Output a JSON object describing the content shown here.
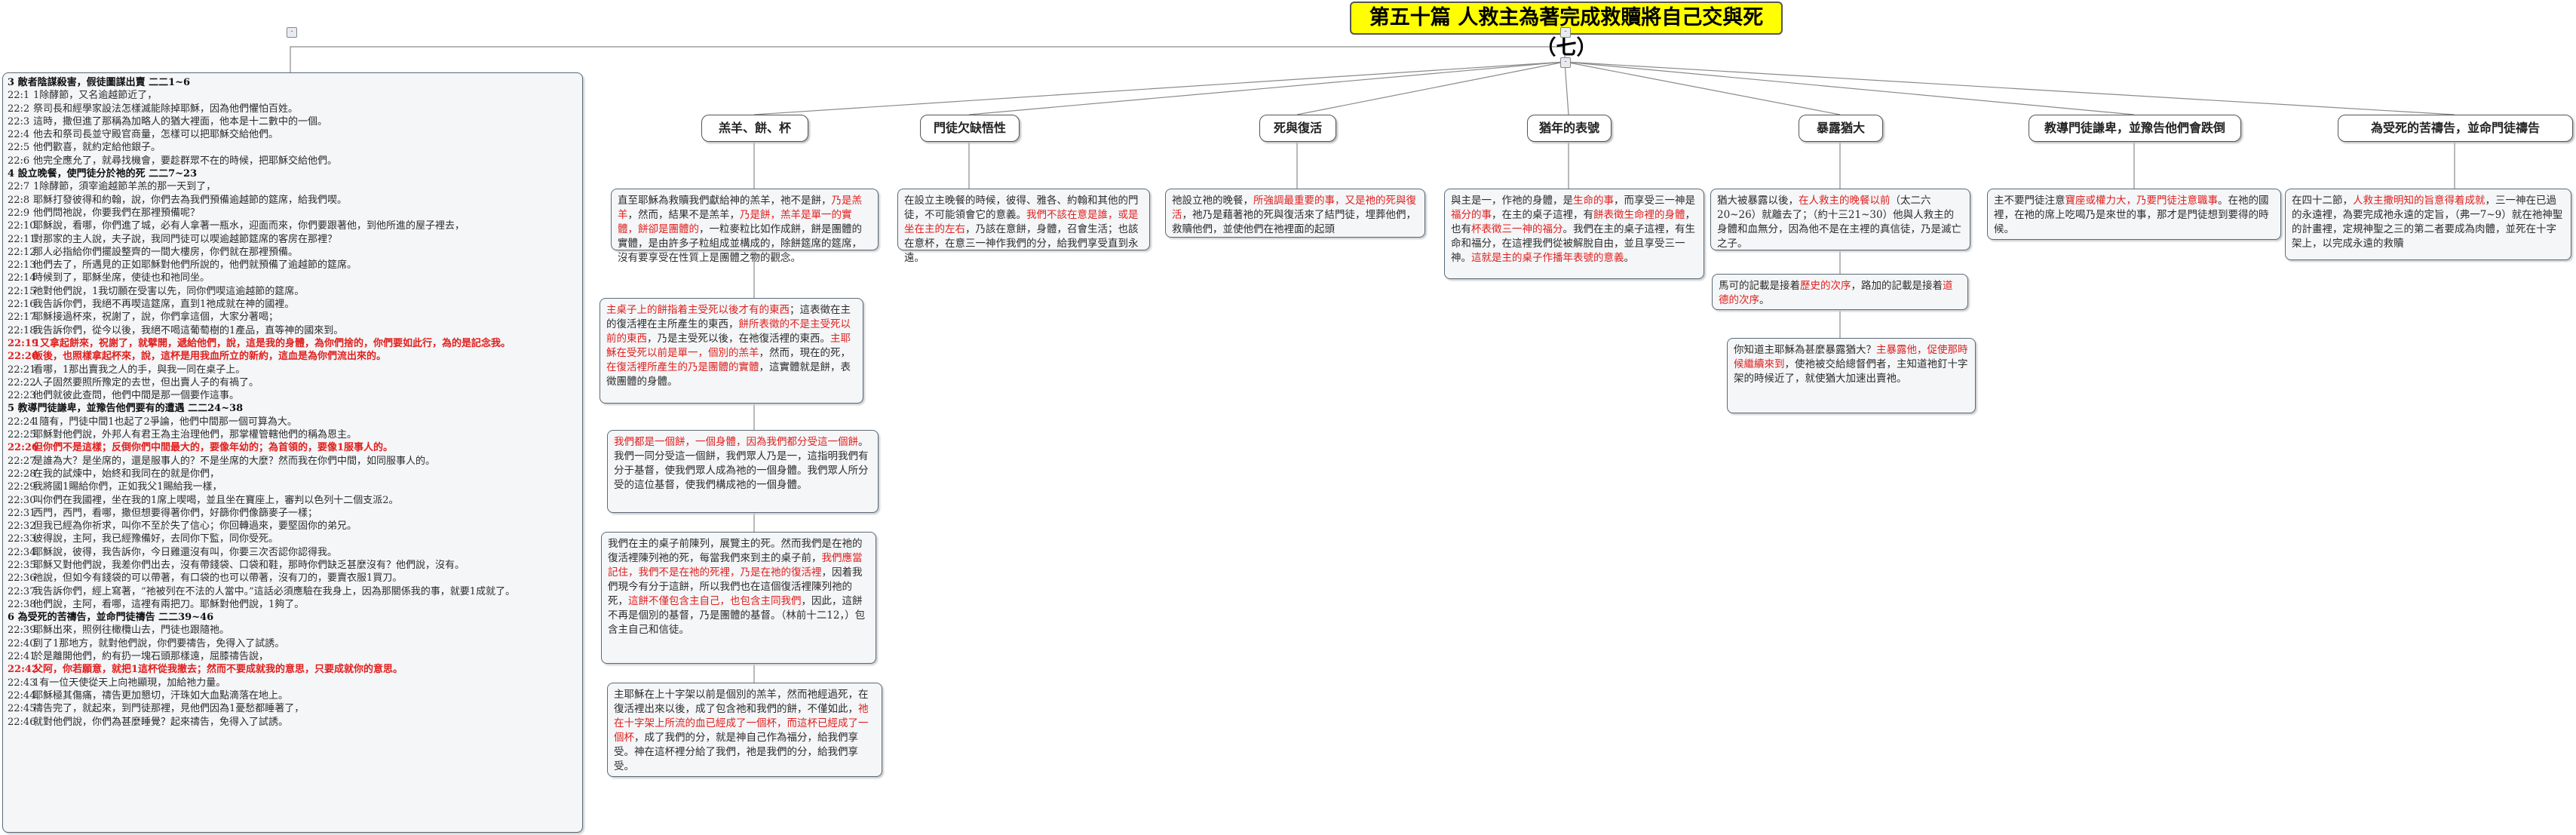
{
  "title": "第五十篇 人救主為著完成救贖將自己交與死（七）",
  "toggles": {
    "left": "-",
    "center": "-",
    "center2": "-"
  },
  "left_column": {
    "sections": [
      {
        "heading": "3 敵者陰謀殺害，假徒圖謀出賣 二二1~6",
        "verses": [
          [
            "22:1",
            "1除酵節，又名逾越節近了，"
          ],
          [
            "22:2",
            "祭司長和經學家設法怎樣滅能除掉耶穌，因為他們懼怕百姓。"
          ],
          [
            "22:3",
            "這時，撒但進了那稱為加略人的猶大裡面，他本是十二數中的一個。"
          ],
          [
            "22:4",
            "他去和祭司長並守殿官商量，怎樣可以把耶穌交給他們。"
          ],
          [
            "22:5",
            "他們歡喜，就約定給他銀子。"
          ],
          [
            "22:6",
            "他完全應允了，就尋找機會，要趁群眾不在的時候，把耶穌交給他們。"
          ]
        ]
      },
      {
        "heading": "4 設立晚餐，使門徒分於祂的死 二二7~23",
        "verses": [
          [
            "22:7",
            "1除酵節，須宰逾越節羊羔的那一天到了，"
          ],
          [
            "22:8",
            "耶穌打發彼得和約翰，說，你們去為我們預備逾越節的筵席，給我們喫。"
          ],
          [
            "22:9",
            "他們問祂說，你要我們在那裡預備呢？"
          ],
          [
            "22:10",
            "耶穌說，看哪，你們進了城，必有人拿著一瓶水，迎面而來，你們要跟著他，到他所進的屋子裡去，"
          ],
          [
            "22:11",
            "對那家的主人說，夫子說，我同門徒可以喫逾越節筵席的客房在那裡？"
          ],
          [
            "22:12",
            "那人必指給你們擺設整齊的一間大樓房，你們就在那裡預備。"
          ],
          [
            "22:13",
            "他們去了，所遇見的正如耶穌對他們所說的，他們就預備了逾越節的筵席。"
          ],
          [
            "22:14",
            "時候到了，耶穌坐席，使徒也和祂同坐。"
          ],
          [
            "22:15",
            "祂對他們說，1我切願在受害以先，同你們喫這逾越節的筵席。"
          ],
          [
            "22:16",
            "我告訴你們，我絕不再喫這筵席，直到1祂成就在神的國裡。"
          ],
          [
            "22:17",
            "耶穌接過杯來，祝謝了，說，你們拿這個，大家分著喝；"
          ],
          [
            "22:18",
            "我告訴你們，從今以後，我絕不喝這葡萄樹的1產品，直等神的國來到。"
          ],
          [
            "22:19",
            "1又拿起餅來，祝謝了，就擘開，遞給他們，說，這是我的身體，為你們捨的，你們要如此行，為的是記念我。",
            "red"
          ],
          [
            "22:20",
            "飯後，也照樣拿起杯來，說，這杯是用我血所立的新約，這血是為你們流出來的。",
            "red"
          ],
          [
            "22:21",
            "看哪，1那出賣我之人的手，與我一同在桌子上。"
          ],
          [
            "22:22",
            "人子固然要照所豫定的去世，但出賣人子的有禍了。"
          ],
          [
            "22:23",
            "他們就彼此查問，他們中間是那一個要作這事。"
          ]
        ]
      },
      {
        "heading": "5 教導門徒謙卑，並豫告他們要有的遭遇 二二24~38",
        "verses": [
          [
            "22:24",
            "1隨有，門徒中間1也起了2爭論，他們中間那一個可算為大。"
          ],
          [
            "22:25",
            "耶穌對他們說，外邦人有君王為主治理他們，那掌權管轄他們的稱為恩主。"
          ],
          [
            "22:26",
            "但你們不是這樣；反倒你們中間最大的，要像年幼的；為首領的，要像1服事人的。",
            "red"
          ],
          [
            "22:27",
            "是誰為大？是坐席的，還是服事人的？不是坐席的大麼？然而我在你們中間，如同服事人的。"
          ],
          [
            "22:28",
            "在我的試煉中，始終和我同在的就是你們，"
          ],
          [
            "22:29",
            "我將國1賜給你們，正如我父1賜給我一樣，"
          ],
          [
            "22:30",
            "叫你們在我國裡，坐在我的1席上喫喝，並且坐在寶座上，審判以色列十二個支派2。"
          ],
          [
            "22:31",
            "西門，西門，看哪，撒但想要得著你們，好篩你們像篩麥子一樣；"
          ],
          [
            "22:32",
            "但我已經為你祈求，叫你不至於失了信心；你回轉過來，要堅固你的弟兄。"
          ],
          [
            "22:33",
            "彼得說，主阿，我已經豫備好，去同你下監，同你受死。"
          ],
          [
            "22:34",
            "耶穌說，彼得，我告訴你，今日雞還沒有叫，你要三次否認你認得我。"
          ],
          [
            "22:35",
            "耶穌又對他們說，我差你們出去，沒有帶錢袋、口袋和鞋，那時你們缺乏甚麼沒有？他們說，沒有。"
          ],
          [
            "22:36",
            "祂說，但如今有錢袋的可以帶著，有口袋的也可以帶著，沒有刀的，要賣衣服1買刀。"
          ],
          [
            "22:37",
            "我告訴你們，經上寫著，“祂被列在不法的人當中。”這話必須應驗在我身上，因為那關係我的事，就要1成就了。"
          ],
          [
            "22:38",
            "他們說，主阿，看哪，這裡有兩把刀。耶穌對他們說，1夠了。"
          ]
        ]
      },
      {
        "heading": "6 為受死的苦禱告，並命門徒禱告 二二39~46",
        "verses": [
          [
            "22:39",
            "耶穌出來，照例往橄欖山去，門徒也跟隨祂。"
          ],
          [
            "22:40",
            "到了1那地方，就對他們說，你們要禱告，免得入了試誘。"
          ],
          [
            "22:41",
            "於是離開他們，約有扔一塊石頭那樣遠，屈膝禱告說，"
          ],
          [
            "22:42",
            "父阿，你若願意，就把1這杯從我撤去；然而不要成就我的意思，只要成就你的意思。",
            "red"
          ],
          [
            "22:43",
            "1有一位天使從天上向祂顯現，加給祂力量。"
          ],
          [
            "22:44",
            "耶穌極其傷痛，禱告更加懇切，汗珠如大血點滴落在地上。"
          ],
          [
            "22:45",
            "禱告完了，就起來，到門徒那裡，見他們因為1憂愁都睡著了，"
          ],
          [
            "22:46",
            "就對他們說，你們為甚麼睡覺？起來禱告，免得入了試誘。"
          ]
        ]
      }
    ]
  },
  "topics": [
    {
      "label": "羔羊、餅、杯"
    },
    {
      "label": "門徒欠缺悟性"
    },
    {
      "label": "死與復活"
    },
    {
      "label": "猶年的表號"
    },
    {
      "label": "暴露猶大"
    },
    {
      "label": "教導門徒謙卑，並豫告他們會跌倒"
    },
    {
      "label": "為受死的苦禱告，並命門徒禱告"
    }
  ],
  "notes": {
    "n1": [
      "直至耶穌為救贖我們獻給神的羔羊，祂不是餅，",
      "乃是羔羊",
      "，然而，結果不是羔羊，",
      "乃是餅，羔羊是單一的實體，餅卻是團體的",
      "，一粒麥粒比如作成餅，餅是團體的實體，是由許多子粒組成並構成的，除餅筵席的筵席，沒有要享受在性質上是團體之物的觀念。"
    ],
    "n2": [
      "在設立主晚餐的時候，彼得、雅各、約翰和其他的門徒，不可能領會它的意義。",
      "我們不該在意是誰，或是坐在主的左右",
      "，乃該在意餅，身體，召會生活；也該在意杯，在意三一神作我們的分，給我們享受直到永遠。"
    ],
    "n3": [
      "祂設立祂的晚餐，",
      "所強調最重要的事，又是祂的死與復活",
      "，祂乃是藉著祂的死與復活來了結門徒，埋葬他們，救贖他們，並使他們在祂裡面的起頭"
    ],
    "n4": [
      "與主是一，作祂的身體，是",
      "生命的事",
      "，而享受三一神是",
      "福分的事",
      "，在主的桌子這裡，有",
      "餅表徵生命裡的身體",
      "，也有",
      "杯表徵三一神的福分",
      "。我們在主的桌子這裡，有生命和福分，在這裡我們從被解脫自由，並且享受三一神。",
      "這就是主的桌子作播年表號的意義",
      "。"
    ],
    "n5": [
      "猶大被暴露以後，",
      "在人救主的晚餐以前",
      "（太二六20~26）就離去了；（約十三21~30）他與人救主的身體和血無分，因為他不是在主裡的真信徒，乃是滅亡之子。"
    ],
    "n6": [
      "主不要門徒注意",
      "寶座或權力大，乃要門徒注意職事",
      "。在祂的國裡，在祂的席上吃喝乃是來世的事，那才是門徒想到要得的時候。"
    ],
    "n7": [
      "在四十二節，",
      "人救主撒明知的旨意得着成就",
      "，三一神在已過的永遠裡，為要完成祂永遠的定旨，（弗一7~9）就在祂神聖的計畫裡，定規神聖之三的第二者要成為肉體，並死在十字架上，以完成永遠的救贖"
    ],
    "n8": [
      "",
      "主桌子上的餅指着主受死以後才有的東西",
      "；這表徵在主的復活裡在主所產生的東西，",
      "餅所表徵的不是主受死以前的東西",
      "，乃是主受死以後，在祂復活裡的東西。",
      "主耶穌在受死以前是單一，個別的羔羊",
      "，然而，現在的死，",
      "在復活裡所產生的乃是團體的實體",
      "，這實體就是餅，表徵團體的身體。"
    ],
    "n9": [
      "",
      "我們都是一個餅，一個身體，因為我們都分受這一個餅",
      "。我們一同分受這一個餅，我們眾人乃是一，這指明我們有分于基督，使我們眾人成為祂的一個身體。我們眾人所分受的這位基督，使我們構成祂的一個身體。"
    ],
    "n10": [
      "我們在主的桌子前陳列，展覽主的死。然而我們是在祂的復活裡陳列祂的死，每當我們來到主的桌子前，",
      "我們應當記住，我們不是在祂的死裡，乃是在祂的復活裡",
      "，因着我們現今有分于這餅，所以我們也在這個復活裡陳列祂的死，",
      "這餅不僅包含主自己，也包含主同我們",
      "，因此，這餅不再是個別的基督，乃是團體的基督。（林前十二12，）包含主自己和信徒。"
    ],
    "n11": [
      "主耶穌在上十字架以前是個別的羔羊，然而祂經過死，在復活裡出來以後，成了包含祂和我們的餅，不僅如此，",
      "祂在十字架上所流的血已經成了一個杯，而這杯已經成了一個杯",
      "，成了我們的分，就是神自己作為福分，給我們享受。神在這杯裡分給了我們，祂是我們的分，給我們享受。"
    ],
    "n12": [
      "馬可的記載是接着",
      "歷史的次序",
      "，路加的記載是接着",
      "道德的次序",
      "。"
    ],
    "n13": [
      "你知道主耶穌為甚麼暴露猶大？",
      "主暴露他，促使那時候繼續來到",
      "，使祂被交給總督們者，主知道祂釘十字架的時候近了，就使猶大加速出賣祂。"
    ]
  }
}
